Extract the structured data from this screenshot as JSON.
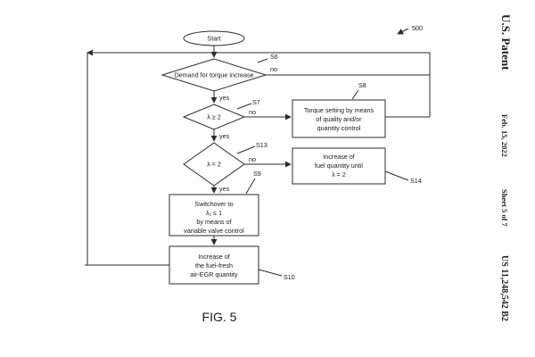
{
  "figure": {
    "ref_number": "500",
    "caption": "FIG. 5"
  },
  "header": {
    "office": "U.S. Patent",
    "date": "Feb. 15, 2022",
    "sheet": "Sheet 5 of 7",
    "patent_number": "US 11,248,542 B2"
  },
  "nodes": {
    "start": {
      "text": "Start"
    },
    "s6": {
      "tag": "S6",
      "text": "Demand for torque increase"
    },
    "s7": {
      "tag": "S7",
      "text": "λ ≥ 2"
    },
    "s8": {
      "tag": "S8",
      "line1": "Torque setting by means",
      "line2": "of quality and/or",
      "line3": "quantity control"
    },
    "s13": {
      "tag": "S13",
      "text": "λ = 2"
    },
    "s14": {
      "tag": "S14",
      "line1": "Increase of",
      "line2": "fuel quantity until",
      "line3": "λ = 2"
    },
    "s9": {
      "tag": "S9",
      "line1": "Switchover to",
      "line2": "λ₁ ≤ 1",
      "line3": "by means of",
      "line4": "variable valve control"
    },
    "s10": {
      "tag": "S10",
      "line1": "Increase of",
      "line2": "the fuel-fresh",
      "line3": "air-EGR quantity"
    }
  },
  "branch_labels": {
    "yes": "yes",
    "no": "no"
  }
}
